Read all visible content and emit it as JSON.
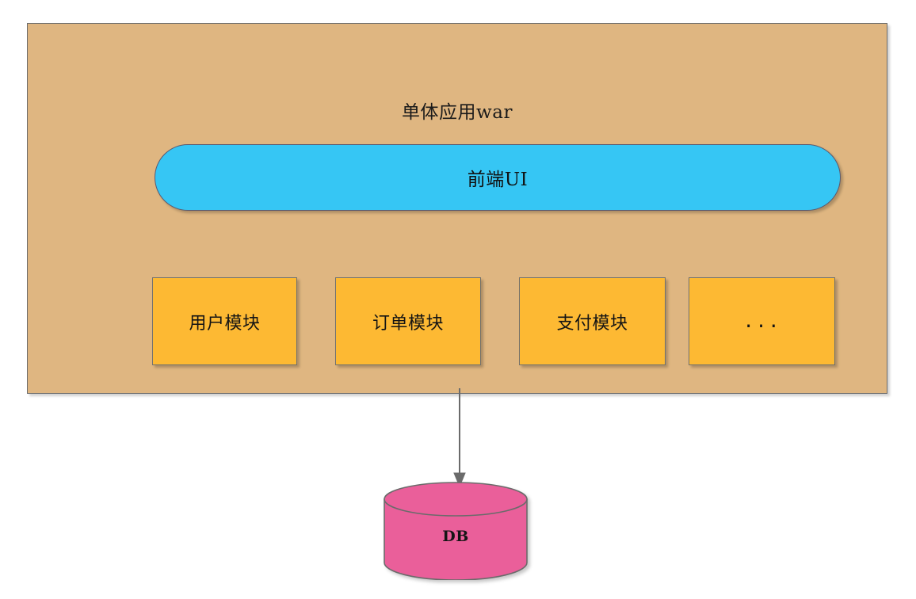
{
  "diagram": {
    "type": "architecture-diagram",
    "background_color": "#ffffff",
    "container": {
      "title": "单体应用war",
      "fill_color": "#dfb681",
      "border_color": "#6c6c6c"
    },
    "frontend": {
      "label": "前端UI",
      "shape": "rounded-pill",
      "fill_color": "#36c6f4",
      "border_color": "#5a5a70"
    },
    "modules": {
      "fill_color": "#fdb933",
      "border_color": "#707070",
      "items": [
        {
          "label": "用户模块"
        },
        {
          "label": "订单模块"
        },
        {
          "label": "支付模块"
        },
        {
          "label": "..."
        }
      ]
    },
    "connector": {
      "kind": "arrow",
      "direction": "down",
      "color": "#6b6b6b",
      "from": "单体应用war",
      "to": "DB"
    },
    "database": {
      "label": "DB",
      "shape": "cylinder",
      "fill_color": "#ea5f9a",
      "border_color": "#6b6b6b"
    }
  }
}
